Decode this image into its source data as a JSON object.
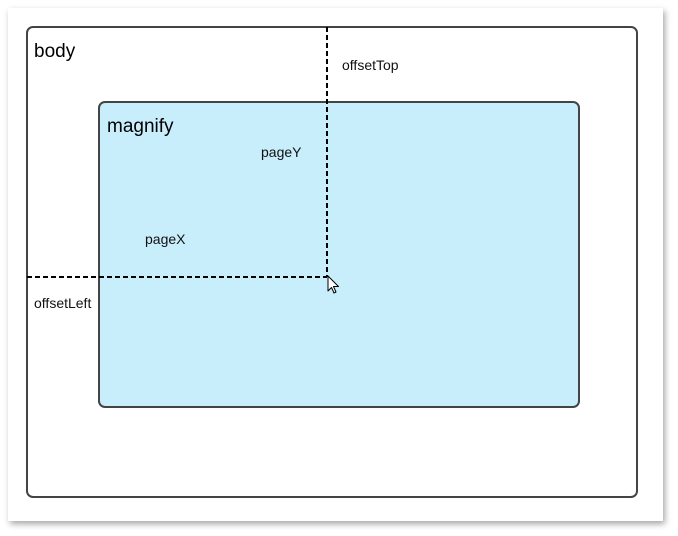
{
  "diagram": {
    "outer_box": {
      "label": "body"
    },
    "inner_box": {
      "label": "magnify",
      "fill": "#c8eefc"
    },
    "labels": {
      "offset_top": "offsetTop",
      "page_y": "pageY",
      "page_x": "pageX",
      "offset_left": "offsetLeft"
    },
    "colors": {
      "border": "#444444",
      "guide_line": "#000000"
    },
    "icons": [
      "mouse-cursor-icon"
    ]
  }
}
